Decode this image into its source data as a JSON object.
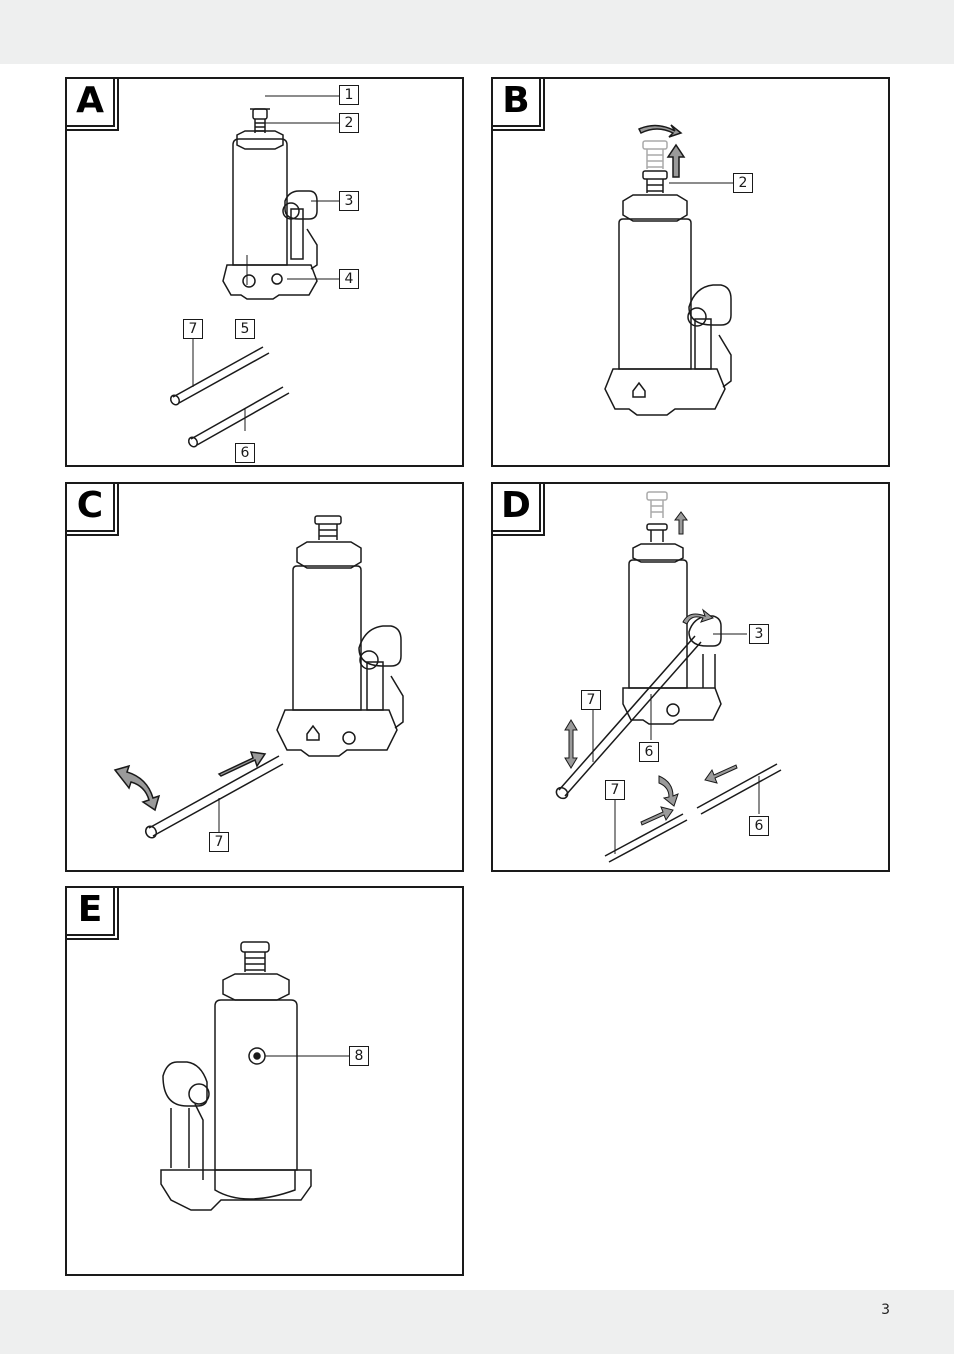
{
  "page": {
    "number": "3"
  },
  "panels": {
    "A": {
      "letter": "A",
      "callouts": [
        "1",
        "2",
        "3",
        "4",
        "5",
        "7",
        "6"
      ]
    },
    "B": {
      "letter": "B",
      "callouts": [
        "2"
      ]
    },
    "C": {
      "letter": "C",
      "callouts": [
        "7"
      ]
    },
    "D": {
      "letter": "D",
      "callouts": [
        "3",
        "7",
        "6",
        "7",
        "6"
      ]
    },
    "E": {
      "letter": "E",
      "callouts": [
        "8"
      ]
    }
  },
  "colors": {
    "line": "#1a1a1a",
    "arrow_fill": "#9a9a9a",
    "band": "#eeefef"
  }
}
